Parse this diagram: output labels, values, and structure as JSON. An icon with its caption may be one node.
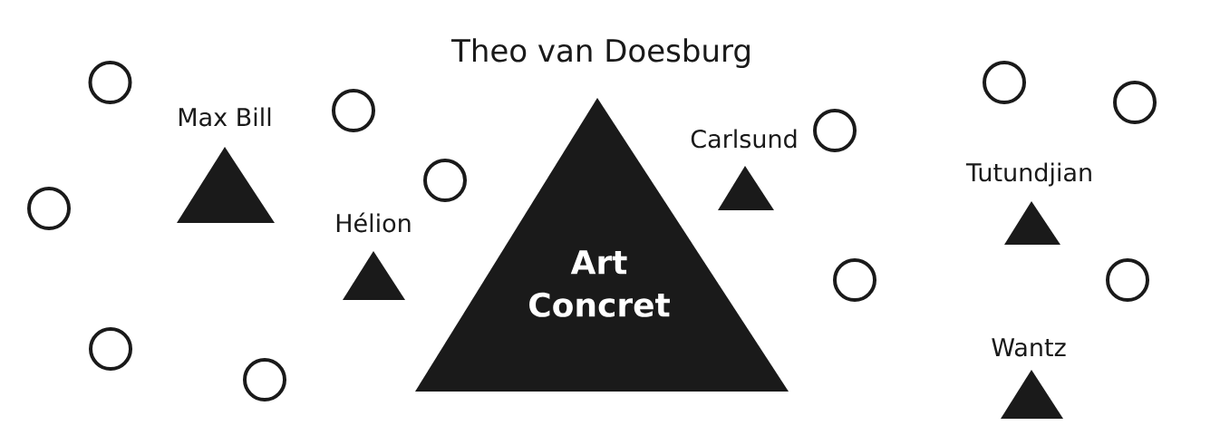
{
  "diagram": {
    "nodes": [
      {
        "text": [
          "Theo van Doesburg",
          "Art Concret"
        ]
      },
      {
        "text": [
          "Max Bill"
        ]
      },
      {
        "text": [
          "Hélion"
        ]
      },
      {
        "text": [
          "Carlsund"
        ]
      },
      {
        "text": [
          "Tutundjian"
        ]
      },
      {
        "text": [
          "Wantz"
        ]
      },
      {
        "text": [],
        "shape": "circle"
      },
      {
        "text": [],
        "shape": "circle"
      },
      {
        "text": [],
        "shape": "circle"
      },
      {
        "text": [],
        "shape": "circle"
      },
      {
        "text": [],
        "shape": "circle"
      },
      {
        "text": [],
        "shape": "circle"
      },
      {
        "text": [],
        "shape": "circle"
      },
      {
        "text": [],
        "shape": "circle"
      },
      {
        "text": [],
        "shape": "circle"
      },
      {
        "text": [],
        "shape": "circle"
      },
      {
        "text": [],
        "shape": "circle"
      }
    ]
  }
}
